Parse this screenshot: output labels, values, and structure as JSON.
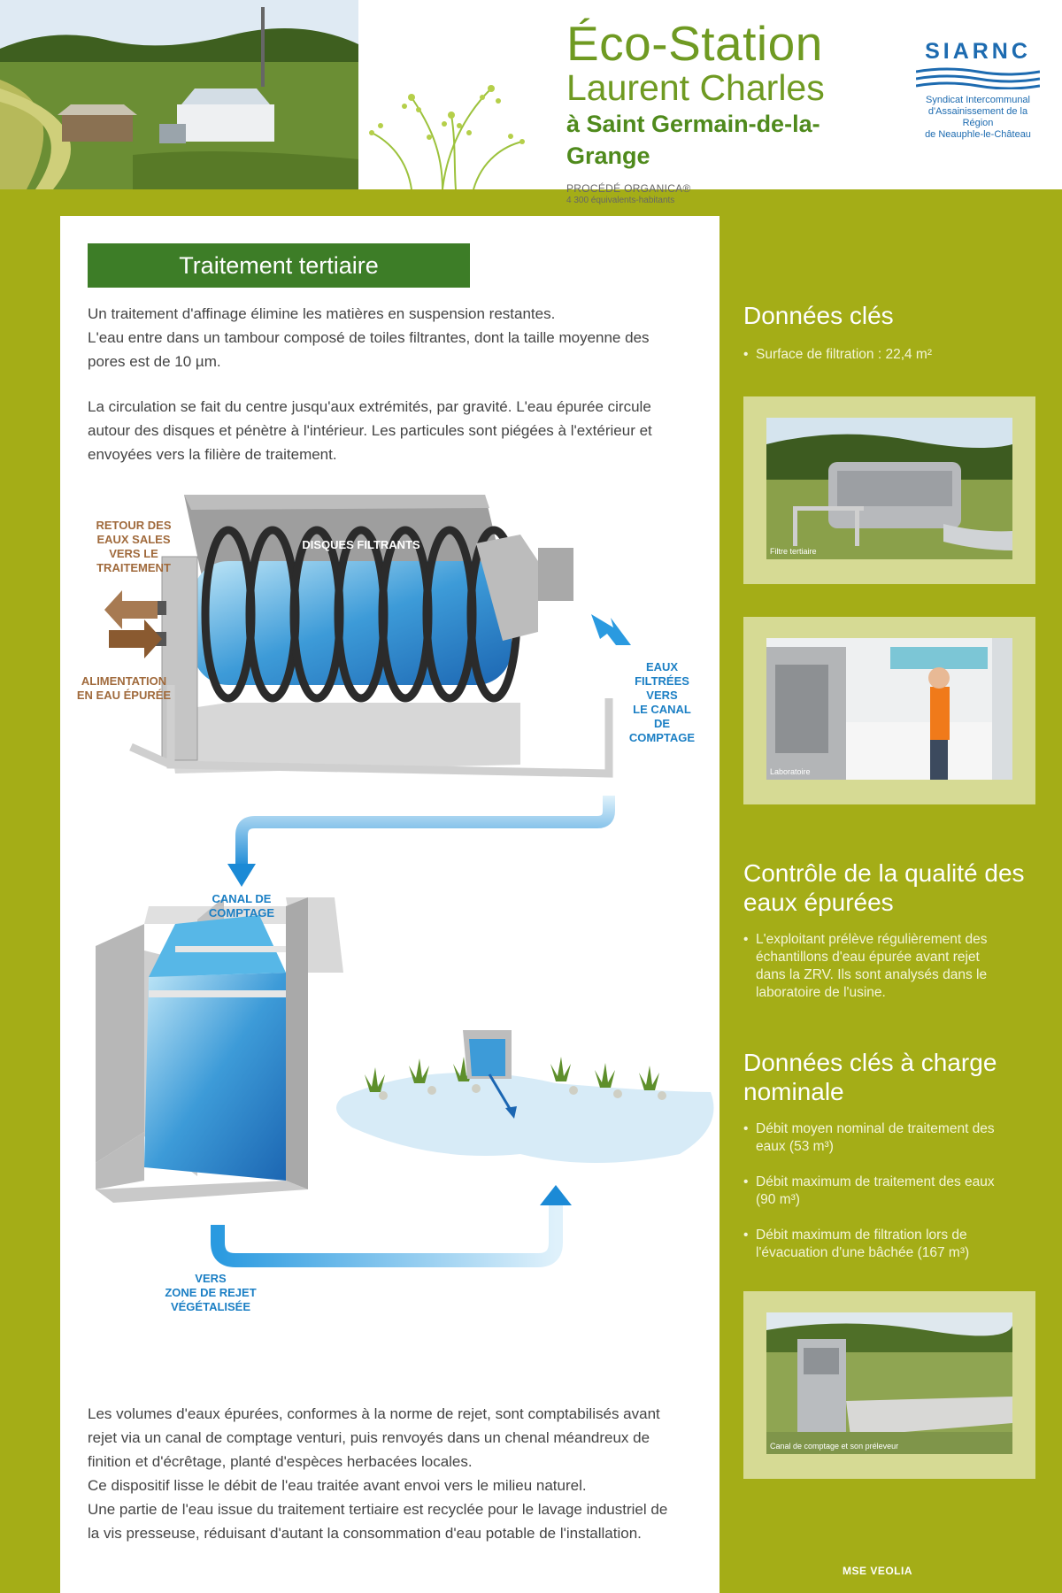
{
  "header": {
    "title_line1": "Éco-Station",
    "title_line2": "Laurent Charles",
    "title_line3": "à Saint Germain-de-la-Grange",
    "process": "PROCÉDÉ ORGANICA®",
    "capacity": "4 300 équivalents-habitants",
    "siarnc_name": "SIARNC",
    "siarnc_sub1": "Syndicat Intercommunal",
    "siarnc_sub2": "d'Assainissement de la Région",
    "siarnc_sub3": "de Neauphle-le-Château"
  },
  "main": {
    "section_title": "Traitement tertiaire",
    "para1_l1": "Un traitement d'affinage élimine les matières en suspension restantes.",
    "para1_l2": "L'eau entre dans un tambour composé de toiles filtrantes, dont la taille moyenne des",
    "para1_l3": "pores est de 10 µm.",
    "para2_l1": "La circulation se fait du centre jusqu'aux extrémités, par gravité. L'eau épurée circule",
    "para2_l2": "autour des disques et pénètre à l'intérieur. Les particules sont piégées à l'extérieur et",
    "para2_l3": "envoyées vers la filière de traitement.",
    "para3_l1": "Les volumes d'eaux épurées, conformes à la norme de rejet, sont comptabilisés avant",
    "para3_l2": "rejet via un canal de comptage venturi, puis renvoyés dans un chenal méandreux de",
    "para3_l3": "finition et d'écrêtage, planté d'espèces herbacées locales.",
    "para3_l4": "Ce dispositif lisse le débit  de l'eau traitée avant envoi vers le milieu naturel.",
    "para3_l5": "Une partie de l'eau issue du traitement tertiaire est recyclée pour le lavage industriel de",
    "para3_l6": "la vis presseuse, réduisant d'autant la consommation d'eau potable de l'installation."
  },
  "diagram": {
    "retour_l1": "RETOUR DES",
    "retour_l2": "EAUX SALES",
    "retour_l3": "VERS LE",
    "retour_l4": "TRAITEMENT",
    "disques": "DISQUES FILTRANTS",
    "alim_l1": "ALIMENTATION",
    "alim_l2": "EN EAU ÉPURÉE",
    "eaux_l1": "EAUX",
    "eaux_l2": "FILTRÉES",
    "eaux_l3": "VERS",
    "eaux_l4": "LE CANAL",
    "eaux_l5": "DE",
    "eaux_l6": "COMPTAGE",
    "canal_l1": "CANAL DE",
    "canal_l2": "COMPTAGE",
    "zone_l1": "VERS",
    "zone_l2": "ZONE DE REJET",
    "zone_l3": "VÉGÉTALISÉE"
  },
  "side": {
    "h1": "Données clés",
    "b1": "Surface de filtration : 22,4 m²",
    "photo1_caption": "Filtre tertiaire",
    "photo2_caption": "Laboratoire",
    "h2_l1": "Contrôle de la qualité des",
    "h2_l2": "eaux épurées",
    "b2_l1": "L'exploitant prélève régulièrement des",
    "b2_l2": "échantillons d'eau épurée avant rejet",
    "b2_l3": "dans la ZRV. Ils sont analysés dans le",
    "b2_l4": "laboratoire de l'usine.",
    "h3_l1": "Données clés à charge",
    "h3_l2": "nominale",
    "b3_l1": "Débit moyen nominal de traitement des",
    "b3_l2": "eaux (53 m³)",
    "b4_l1": "Débit maximum de traitement des eaux",
    "b4_l2": "(90 m³)",
    "b5_l1": "Débit maximum de filtration lors de",
    "b5_l2": "l'évacuation d'une bâchée (167 m³)",
    "photo3_caption": "Canal de comptage et son préleveur"
  },
  "footer": {
    "logo": "MSE VEOLIA"
  },
  "colors": {
    "background": "#a4ad17",
    "title_green": "#6f9a22",
    "section_bar": "#3d7d27",
    "brand_blue": "#1d6bb0",
    "label_brown": "#a06a3c",
    "label_blue": "#1b7fc4"
  }
}
